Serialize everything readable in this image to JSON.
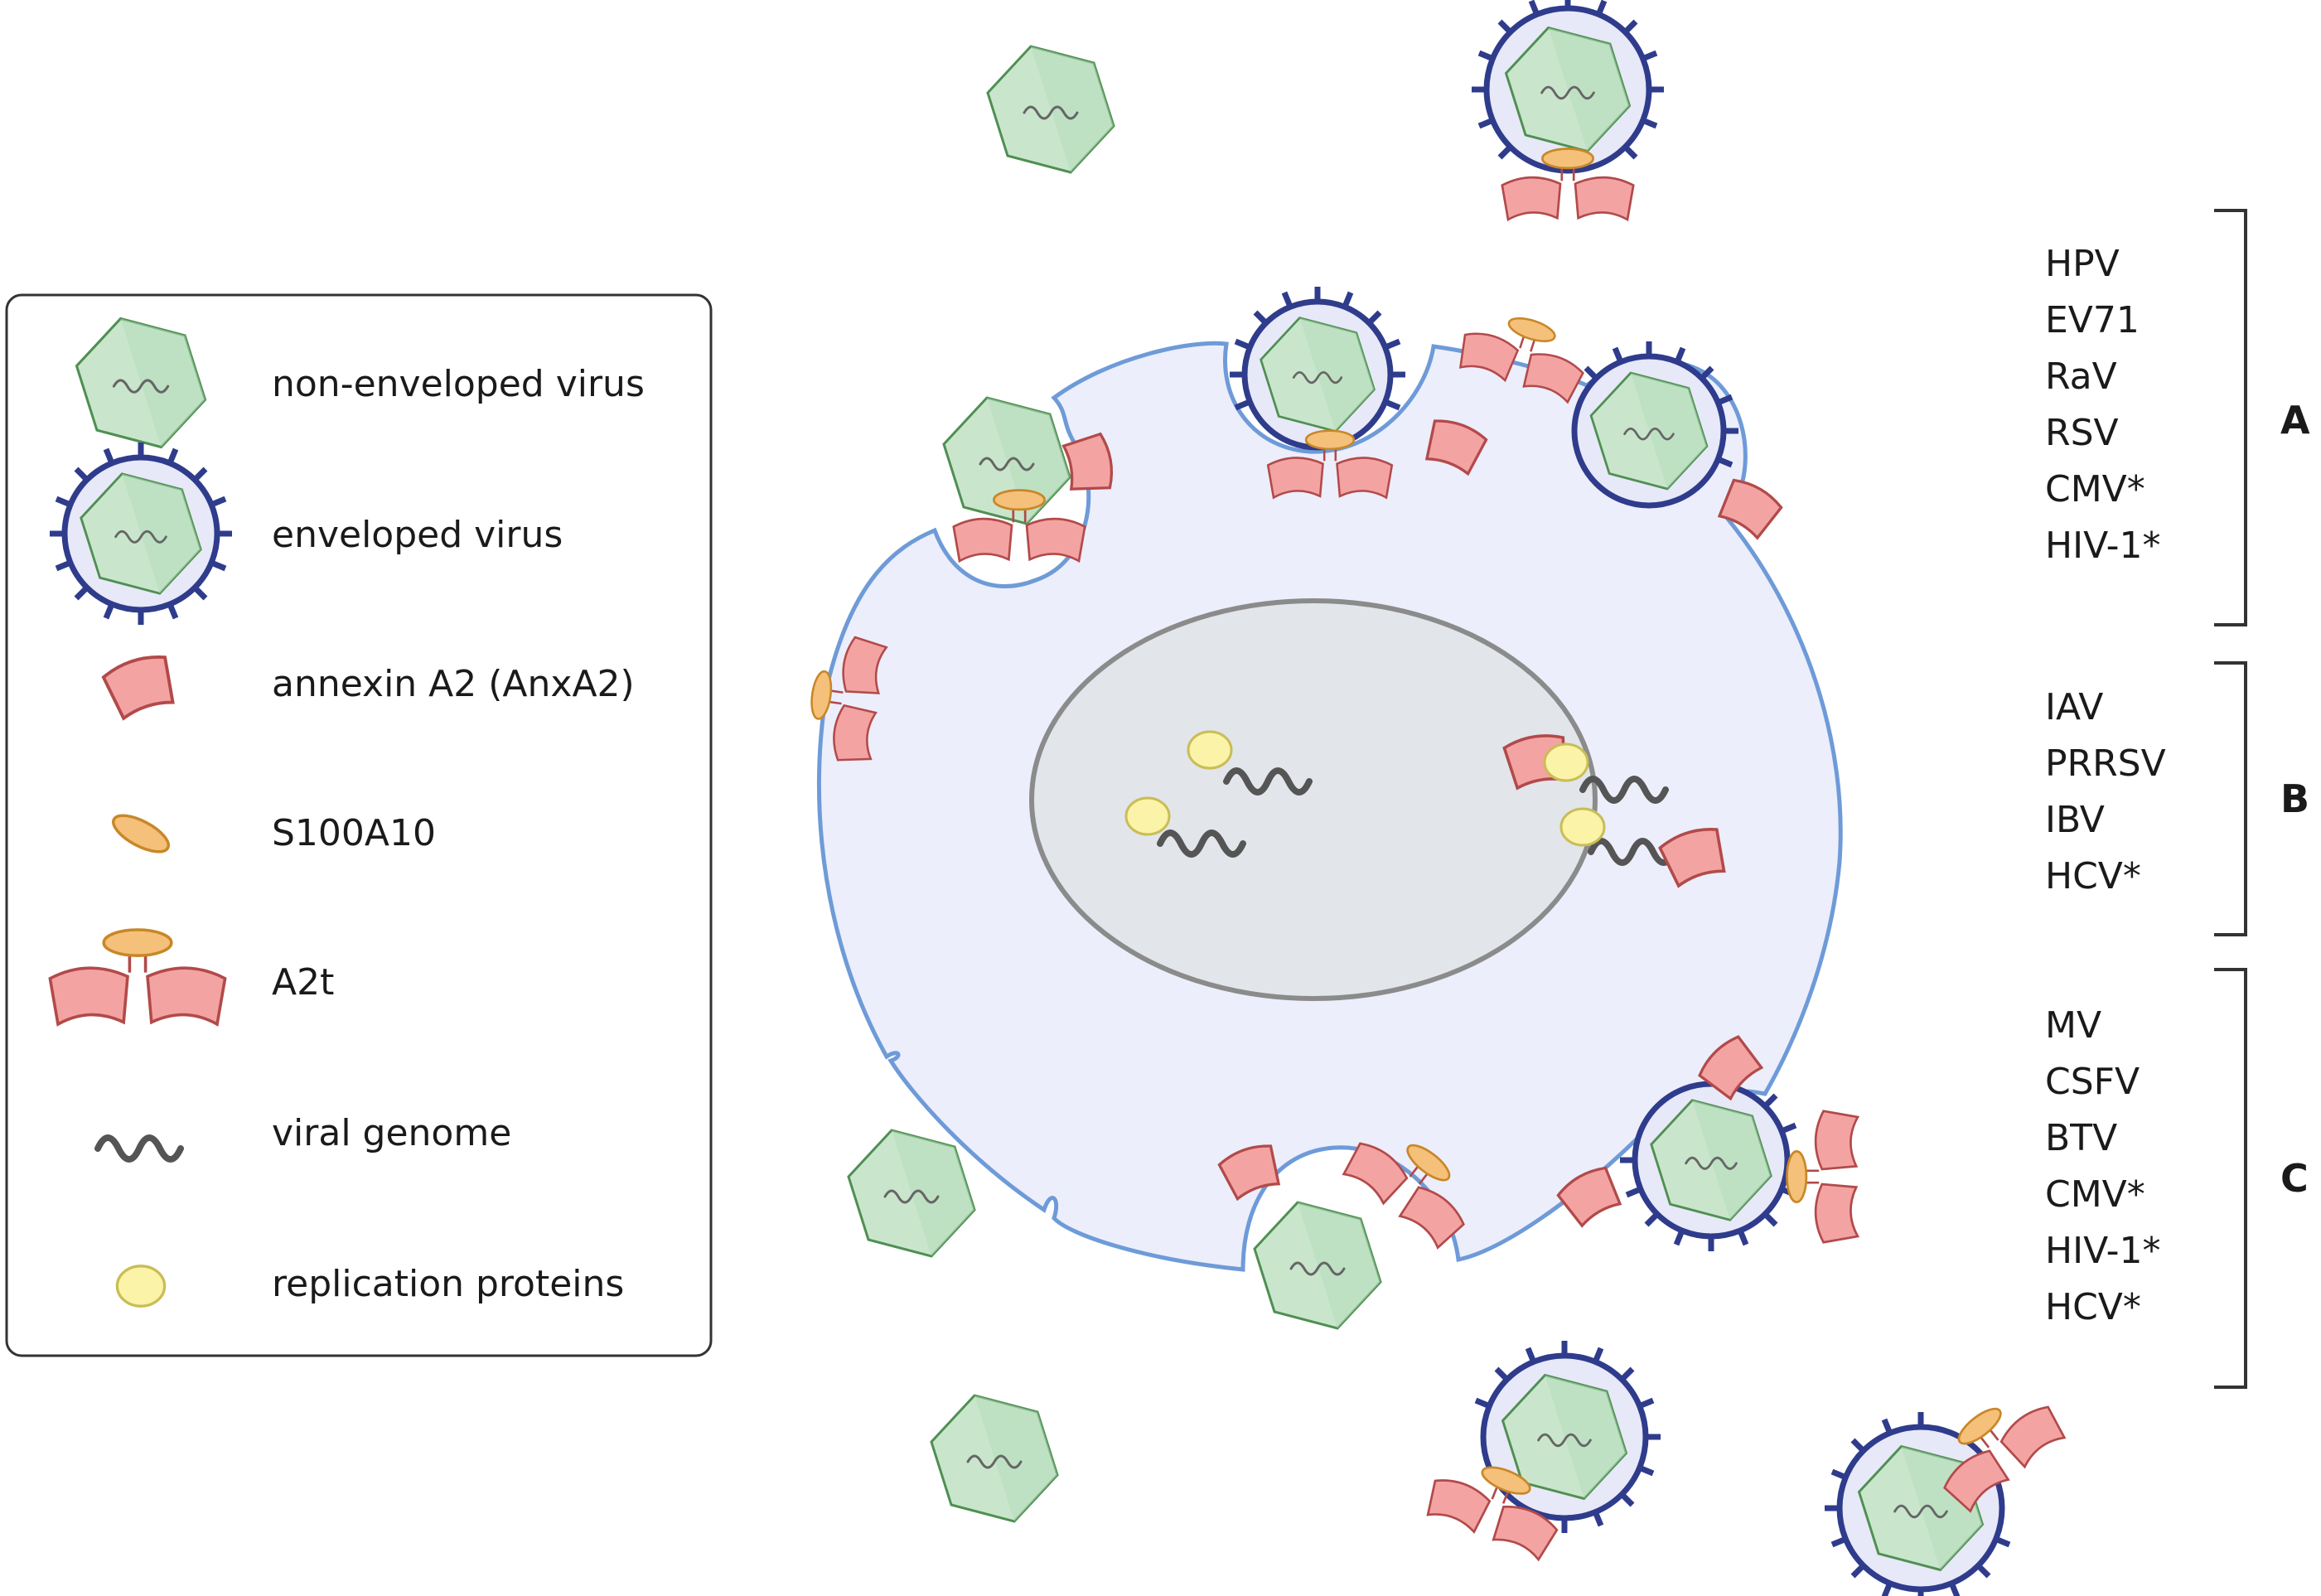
{
  "legend": {
    "items": [
      {
        "label": "non-enveloped virus",
        "icon": "non-enveloped-virus-icon"
      },
      {
        "label": "enveloped virus",
        "icon": "enveloped-virus-icon"
      },
      {
        "label": "annexin A2 (AnxA2)",
        "icon": "annexin-a2-icon"
      },
      {
        "label": "S100A10",
        "icon": "s100a10-icon"
      },
      {
        "label": "A2t",
        "icon": "a2t-icon"
      },
      {
        "label": "viral genome",
        "icon": "viral-genome-icon"
      },
      {
        "label": "replication proteins",
        "icon": "replication-proteins-icon"
      }
    ]
  },
  "groups": [
    {
      "letter": "A",
      "viruses": [
        "HPV",
        "EV71",
        "RaV",
        "RSV",
        "CMV*",
        "HIV-1*"
      ]
    },
    {
      "letter": "B",
      "viruses": [
        "IAV",
        "PRRSV",
        "IBV",
        "HCV*"
      ]
    },
    {
      "letter": "C",
      "viruses": [
        "MV",
        "CSFV",
        "BTV",
        "CMV*",
        "HIV-1*",
        "HCV*"
      ]
    }
  ],
  "colors": {
    "capsid_fill": "#c9e6cc",
    "capsid_stroke": "#4f8f52",
    "envelope_fill": "#e7e8f8",
    "envelope_stroke": "#2f3c8c",
    "annexin_fill": "#f4a3a3",
    "annexin_stroke": "#b24a4a",
    "s100_fill": "#f5c07a",
    "s100_stroke": "#c88727",
    "cell_fill": "#eceefb",
    "cell_stroke": "#6e9bd8",
    "nucleus_fill": "#e2e5ea",
    "nucleus_stroke": "#8b8b8b",
    "genome_stroke": "#555555",
    "replication_fill": "#fbf3a8",
    "replication_stroke": "#c9bd56",
    "bracket_stroke": "#333333"
  }
}
